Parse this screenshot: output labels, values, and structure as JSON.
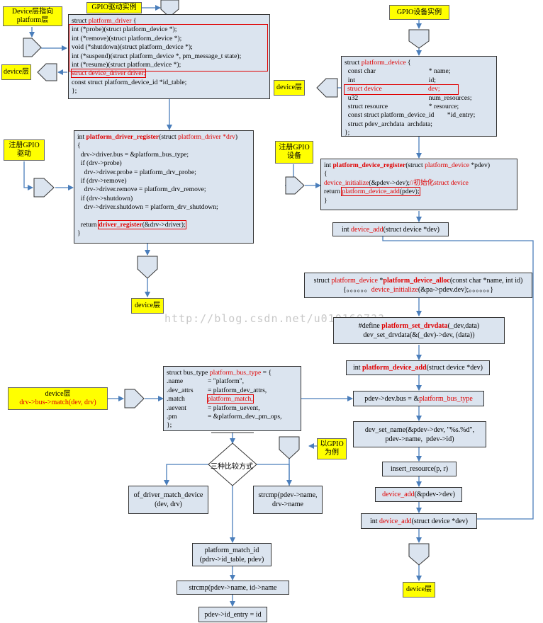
{
  "notes": {
    "device_platform": "Device层指向\nplatform层",
    "gpio_driver_example": "GPIO驱动实例",
    "gpio_device_example": "GPIO设备实例",
    "device_layer_1": "device层",
    "device_layer_2": "device层",
    "device_layer_3": "device层",
    "device_layer_4": "device层",
    "register_gpio_driver": "注册GPIO\n驱动",
    "register_gpio_device": "注册GPIO\n设备",
    "device_match_title": "device层",
    "device_match_sub": "drv->bus->match(dev, drv)",
    "gpio_example": "以GPIO\n为例"
  },
  "platform_driver": {
    "line0a": "struct ",
    "line0b": "platform_driver",
    "line0c": " {",
    "line1": "int (*probe)(struct platform_device *);",
    "line2": "int (*remove)(struct platform_device *);",
    "line3": "void (*shutdown)(struct platform_device *);",
    "line4": "int (*suspend)(struct platform_device *, pm_message_t state);",
    "line5": "int (*resume)(struct platform_device *);",
    "line6": "struct device_driver driver;",
    "line7": "const struct platform_device_id *id_table;",
    "line8": "};"
  },
  "platform_device": {
    "line0a": "struct ",
    "line0b": "platform_device",
    "line0c": " {",
    "r1a": "const char",
    "r1b": "* name;",
    "r2a": "int",
    "r2b": "id;",
    "r3a": "struct device",
    "r3b": "dev;",
    "r4a": "u32",
    "r4b": "num_resources;",
    "r5a": "struct resource",
    "r5b": "* resource;",
    "r6a": "const struct platform_device_id",
    "r6b": "*id_entry;",
    "r7a": "struct pdev_archdata",
    "r7b": "archdata;",
    "line8": "};"
  },
  "driver_register": {
    "sig_a": "int ",
    "sig_b": "platform_driver_register",
    "sig_c": "(struct ",
    "sig_d": "platform_driver",
    "sig_e": " *drv",
    "sig_f": ")",
    "l1": "{",
    "l2": "  drv->driver.bus = &platform_bus_type;",
    "l3": "  if (drv->probe)",
    "l4": "    drv->driver.probe = platform_drv_probe;",
    "l5": "  if (drv->remove)",
    "l6": "    drv->driver.remove = platform_drv_remove;",
    "l7": "  if (drv->shutdown)",
    "l8": "    drv->driver.shutdown = platform_drv_shutdown;",
    "l9a": "  return ",
    "l9b": "driver_register",
    "l9c": "(&drv->driver);",
    "l10": "}"
  },
  "device_register": {
    "sig_a": "int ",
    "sig_b": "platform_device_register",
    "sig_c": "(struct ",
    "sig_d": "platform_device",
    "sig_e": " *pdev)",
    "l1": "{",
    "l2a": "device_initialize",
    "l2b": "(&pdev->dev);",
    "l2c": "//初始化struct device",
    "l3a": "return ",
    "l3b": "platform_device_add",
    "l3c": "(pdev);",
    "l4": "}"
  },
  "device_add_top": {
    "a": "int ",
    "b": "device_add",
    "c": "(struct device *dev)"
  },
  "device_alloc": {
    "a": "struct ",
    "b": "platform_device",
    "c": " *",
    "d": "platform_device_alloc",
    "e": "(const char *name, int id)",
    "f": "{。。。。。。",
    "g": "device_initialize",
    "h": "(&pa->pdev.dev);。。。。。。}"
  },
  "set_drvdata": {
    "a": "#define ",
    "b": "platform_set_drvdata",
    "c": "(_dev,data)",
    "d": "dev_set_drvdata(&(_dev)->dev, (data))"
  },
  "device_add_platform": {
    "a": "int ",
    "b": "platform_device_add",
    "c": "(struct device *dev)"
  },
  "bus_type": {
    "line0a": "struct bus_type ",
    "line0b": "platform_bus_type",
    "line0c": " = {",
    "r1a": ".name",
    "r1b": "= \"platform\",",
    "r2a": ".dev_attrs",
    "r2b": "= platform_dev_attrs,",
    "r3a": ".match",
    "r3b": "platform_match,",
    "r4a": ".uevent",
    "r4b": "= platform_uevent,",
    "r5a": ".pm",
    "r5b": "= &platform_dev_pm_ops,",
    "line6": "};"
  },
  "pdev_bus": {
    "a": "pdev->dev.bus = &",
    "b": "platform_bus_type"
  },
  "dev_set_name": "dev_set_name(&pdev->dev, \"%s.%d\",\npdev->name,  pdev->id)",
  "insert_resource": "insert_resource(p, r)",
  "device_add_mid": {
    "a": "device_add",
    "b": "(&pdev->dev)"
  },
  "device_add_bottom": {
    "a": "int ",
    "b": "device_add",
    "c": "(struct device *dev)"
  },
  "compare_methods": "三种比较方式",
  "of_match": "of_driver_match_device\n(dev, drv)",
  "strcmp_drv": "strcmp(pdev->name,\ndrv->name",
  "match_id": "platform_match_id\n(pdrv->id_table, pdev)",
  "strcmp_id": "strcmp(pdev->name, id->name",
  "id_entry": "pdev->id_entry = id",
  "watermark": "http://blog.csdn.net/u0101607??",
  "colors": {
    "box_fill": "#dbe4ef",
    "note_fill": "#ffff00",
    "accent_red": "#e00000",
    "arrow_blue": "#4a7ebb"
  }
}
